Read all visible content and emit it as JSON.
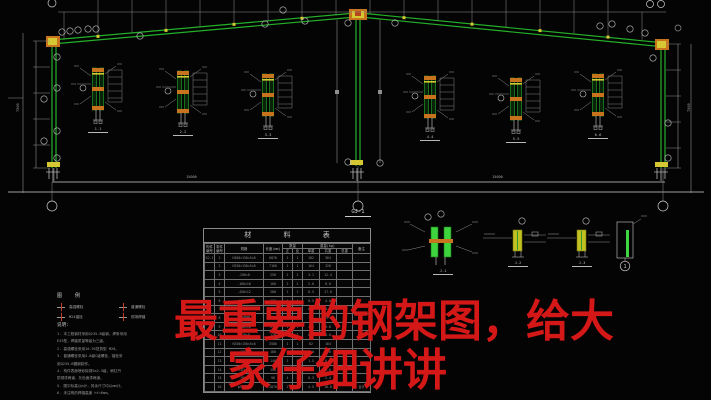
{
  "overlay": {
    "line1": "最重要的钢架图，给大",
    "line2": "家仔细讲讲",
    "color": "#d41717"
  },
  "drawing": {
    "frame_label": "GJ-1",
    "title_circle_marks": [
      "",
      "",
      ""
    ]
  },
  "dims": {
    "span_left": "15000",
    "span_right": "15000",
    "height_left": "7500",
    "height_right": "7500"
  },
  "materials_table": {
    "title": "材 料 表",
    "headers": {
      "comp": "构件编号",
      "part": "零件编号",
      "spec": "规格",
      "len": "长度(mm)",
      "qty": "数量",
      "qty_sub": [
        "正",
        "反"
      ],
      "weight": "重量(kg)",
      "weight_sub": [
        "单重",
        "共重",
        "总重"
      ],
      "note": "备注"
    },
    "rows": [
      [
        "GJ-1",
        "1",
        "H300×150×5×8",
        "6870",
        "1",
        "1",
        "182",
        "364",
        "",
        ""
      ],
      [
        "",
        "2",
        "H250×150×5×8",
        "7160",
        "1",
        "1",
        "164",
        "328",
        "",
        ""
      ],
      [
        "",
        "3",
        "-200×8",
        "250",
        "2",
        "2",
        "3.1",
        "12.4",
        "",
        ""
      ],
      [
        "",
        "4",
        "-160×10",
        "160",
        "2",
        "2",
        "2.0",
        "8.0",
        "",
        ""
      ],
      [
        "",
        "5",
        "-450×12",
        "200",
        "1",
        "1",
        "8.5",
        "17.0",
        "",
        ""
      ],
      [
        "",
        "6",
        "L50×5",
        "120",
        "4",
        "4",
        "0.5",
        "4.0",
        "",
        ""
      ],
      [
        "",
        "7",
        "-100×8",
        "100",
        "4",
        "4",
        "0.6",
        "4.8",
        "",
        ""
      ],
      [
        "",
        "8",
        "φ20圆钢",
        "2950",
        "2",
        "2",
        "7.3",
        "29.2",
        "",
        ""
      ],
      [
        "",
        "9",
        "-250×10",
        "250",
        "1",
        "1",
        "4.9",
        "9.8",
        "",
        ""
      ],
      [
        "",
        "10",
        "-120×8",
        "120",
        "2",
        "2",
        "0.9",
        "3.6",
        "",
        ""
      ],
      [
        "",
        "11",
        "H250×150×5×8",
        "3580",
        "1",
        "1",
        "82",
        "164",
        "",
        ""
      ],
      [
        "",
        "12",
        "-180×8",
        "180",
        "2",
        "2",
        "2.0",
        "8.0",
        "",
        ""
      ],
      [
        "",
        "13",
        "-140×10",
        "140",
        "2",
        "2",
        "1.5",
        "6.0",
        "",
        ""
      ],
      [
        "",
        "14",
        "L63×5",
        "150",
        "4",
        "4",
        "0.7",
        "5.6",
        "",
        ""
      ],
      [
        "",
        "15",
        "-90×6",
        "90",
        "4",
        "4",
        "0.3",
        "2.4",
        "",
        ""
      ],
      [
        "",
        "16",
        "φ16圆钢",
        "2870",
        "2",
        "2",
        "4.5",
        "18.0",
        "",
        "合计"
      ]
    ]
  },
  "legend": {
    "title": "图 例",
    "items": [
      {
        "label": "高强螺栓"
      },
      {
        "label": "普通螺栓"
      },
      {
        "label": "M24锚栓"
      },
      {
        "label": "现场焊缝"
      }
    ]
  },
  "notes": {
    "title": "说明:",
    "lines": [
      "1. 本工程钢材采用Q235-B级钢，焊条采用",
      "   E43型，焊缝质量等级为三级。",
      "2. 高强螺栓采用10.9S扭剪型 M20。",
      "3. 普通螺栓采用4.8级C级螺栓，锚栓采",
      "   用Q235-B圆钢制作。",
      "4. 构件表面喷砂除锈Sa2.5级，刷红丹",
      "   防锈漆两道，灰色面漆两道。",
      "5. 图中标高以m计，其余尺寸均以mm计。",
      "6. 未注明的焊缝高度 hf=6mm。"
    ]
  },
  "details": {
    "labels": [
      "1-1",
      "2-2",
      "3-3",
      "4-4",
      "5-5",
      "6-6"
    ],
    "node_labels": [
      "J-1",
      "J-2",
      "J-3"
    ],
    "column_mark": "1"
  },
  "colors": {
    "green": "#25b02a",
    "bright_green": "#3ed43e",
    "yellow": "#d6c832",
    "orange": "#c8731e",
    "line_dim": "#8f8f8f",
    "line_bright": "#cfcfcf"
  }
}
